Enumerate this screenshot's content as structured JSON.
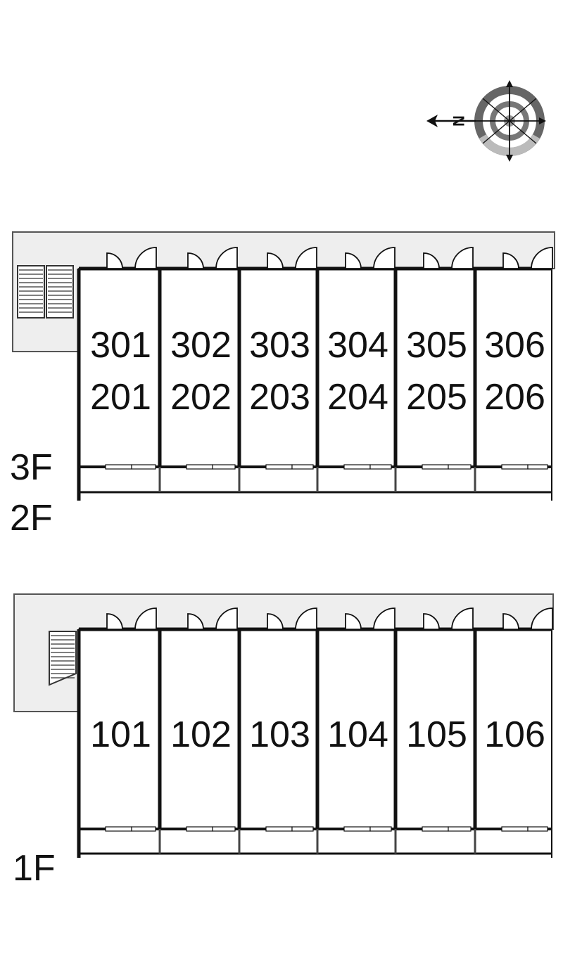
{
  "compass": {
    "north_label": "N",
    "icon": "compass-rose-icon",
    "north_direction": "left"
  },
  "upper_block": {
    "floor_labels": [
      "3F",
      "2F"
    ],
    "rows": [
      [
        "301",
        "302",
        "303",
        "304",
        "305",
        "306"
      ],
      [
        "201",
        "202",
        "203",
        "204",
        "205",
        "206"
      ]
    ]
  },
  "lower_block": {
    "floor_labels": [
      "1F"
    ],
    "rows": [
      [
        "101",
        "102",
        "103",
        "104",
        "105",
        "106"
      ]
    ]
  },
  "colors": {
    "wall": "#111111",
    "corridor_fill": "#eeeeee",
    "corridor_edge": "#555555",
    "compass_ring_dark": "#666666",
    "compass_ring_light": "#bbbbbb"
  }
}
